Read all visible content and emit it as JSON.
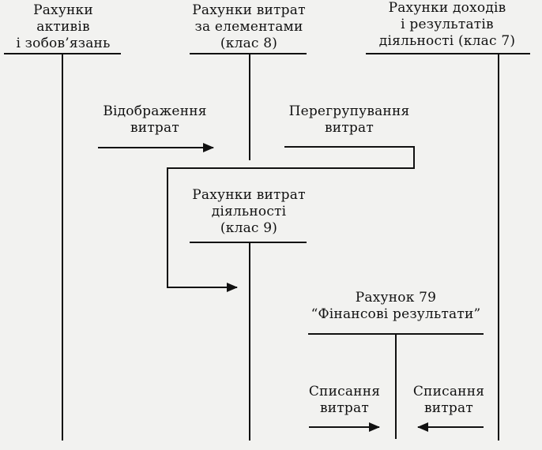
{
  "accounts": {
    "assets": [
      "Рахунки",
      "активів",
      "і зобов’язань"
    ],
    "expenses_by_element": [
      "Рахунки витрат",
      "за елементами",
      "(клас 8)"
    ],
    "income_results": [
      "Рахунки доходів",
      "і результатів",
      "діяльності (клас 7)"
    ],
    "activity_expenses": [
      "Рахунки витрат",
      "діяльності",
      "(клас 9)"
    ],
    "account_79": [
      "Рахунок 79",
      "“Фінансові результати”"
    ]
  },
  "flows": {
    "reflection": [
      "Відображення",
      "витрат"
    ],
    "regrouping": [
      "Перегрупування",
      "витрат"
    ],
    "writeoff_left": [
      "Списання",
      "витрат"
    ],
    "writeoff_right": [
      "Списання",
      "витрат"
    ]
  },
  "colors": {
    "ink": "#111111",
    "background": "#f2f2f0"
  }
}
